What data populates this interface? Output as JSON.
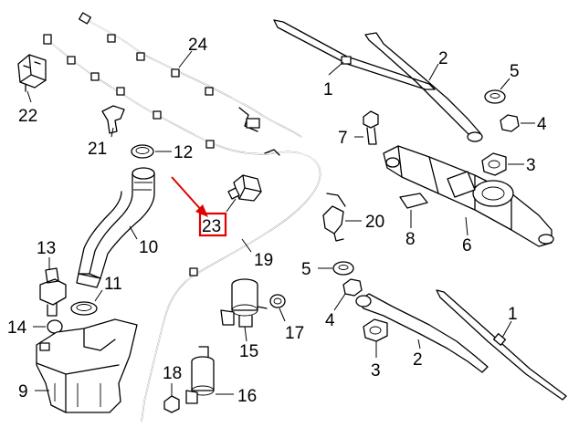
{
  "callouts": {
    "c1a": "1",
    "c1b": "1",
    "c2a": "2",
    "c2b": "2",
    "c3a": "3",
    "c3b": "3",
    "c4a": "4",
    "c4b": "4",
    "c5a": "5",
    "c5b": "5",
    "c6": "6",
    "c7": "7",
    "c8": "8",
    "c9": "9",
    "c10": "10",
    "c11": "11",
    "c12": "12",
    "c13": "13",
    "c14": "14",
    "c15": "15",
    "c16": "16",
    "c17": "17",
    "c18": "18",
    "c19": "19",
    "c20": "20",
    "c21": "21",
    "c22": "22",
    "c23": "23",
    "c24": "24"
  },
  "highlight": {
    "part": "23",
    "color": "#e00000"
  }
}
